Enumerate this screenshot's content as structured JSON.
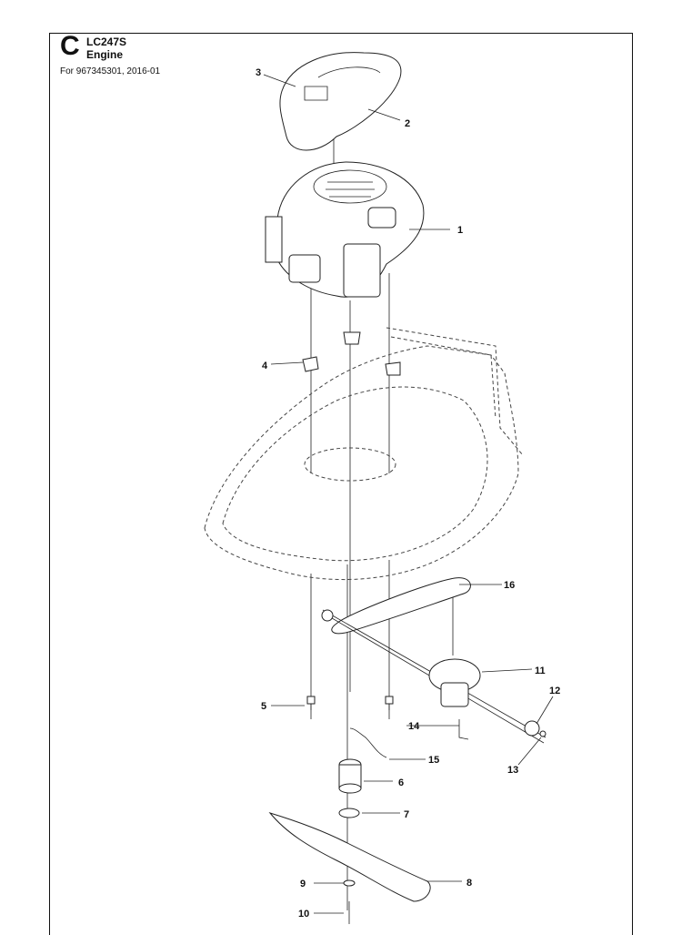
{
  "header": {
    "section_letter": "C",
    "model": "LC247S",
    "section_name": "Engine",
    "for_line": "For 967345301, 2016-01"
  },
  "callouts": [
    "1",
    "2",
    "3",
    "4",
    "5",
    "6",
    "7",
    "8",
    "9",
    "10",
    "11",
    "12",
    "13",
    "14",
    "15",
    "16"
  ]
}
